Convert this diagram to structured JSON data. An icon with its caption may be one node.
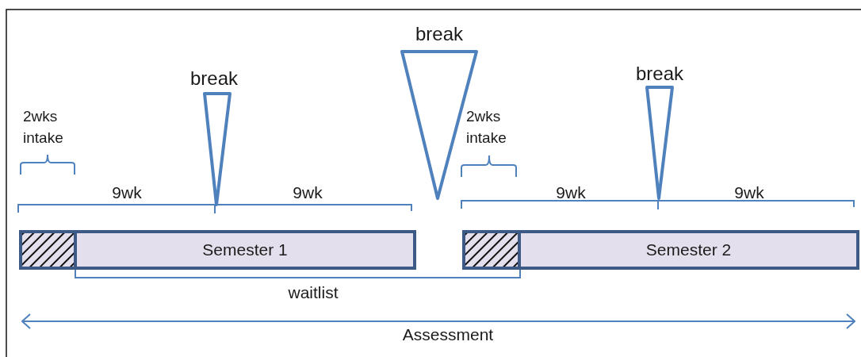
{
  "diagram": {
    "nodes": [
      {
        "text": [
          "break"
        ]
      },
      {
        "text": [
          "break"
        ]
      },
      {
        "text": [
          "break"
        ]
      },
      {
        "text": [],
        "shape": "box"
      },
      {
        "text": [
          "Semester 1"
        ]
      },
      {
        "text": [],
        "shape": "box"
      },
      {
        "text": [
          "Semester 2"
        ]
      }
    ],
    "edges": [],
    "labels": [
      "2wks intake",
      "2wks intake",
      "9wk",
      "9wk",
      "9wk",
      "9wk",
      "waitlist",
      "Assessment"
    ]
  }
}
